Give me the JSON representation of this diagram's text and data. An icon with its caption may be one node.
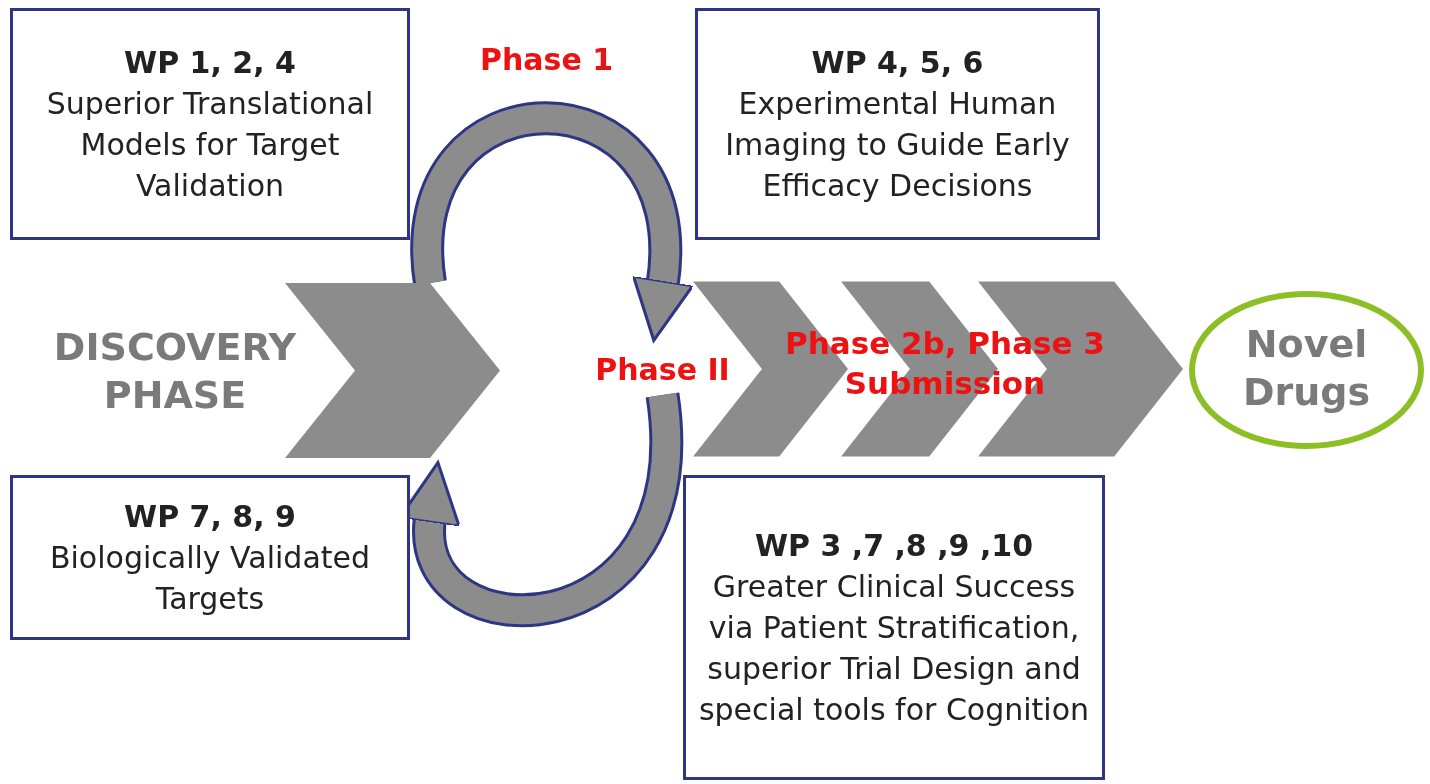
{
  "diagram": {
    "nodes": [
      {
        "text": [
          "WP 1, 2, 4",
          "Superior Translational Models for Target Validation"
        ]
      },
      {
        "text": [
          "WP 4, 5, 6",
          "Experimental Human Imaging to Guide Early Efficacy Decisions"
        ]
      },
      {
        "text": [
          "DISCOVERY PHASE"
        ]
      },
      {
        "text": [
          "Phase II"
        ]
      },
      {
        "text": [
          "Phase 2b, Phase 3 Submission"
        ]
      },
      {
        "text": [
          "Novel Drugs"
        ]
      },
      {
        "text": [
          "WP 7, 8, 9",
          "Biologically Validated Targets"
        ]
      },
      {
        "text": [
          "WP 3 ,7 ,8 ,9 ,10",
          "Greater Clinical Success via Patient Stratification, superior Trial Design and special tools for Cognition"
        ]
      }
    ],
    "edges": [
      {
        "from": 2,
        "to": 3,
        "arrow": "to",
        "label": "Phase 1"
      },
      {
        "from": 3,
        "to": 2,
        "arrow": "to"
      }
    ]
  }
}
